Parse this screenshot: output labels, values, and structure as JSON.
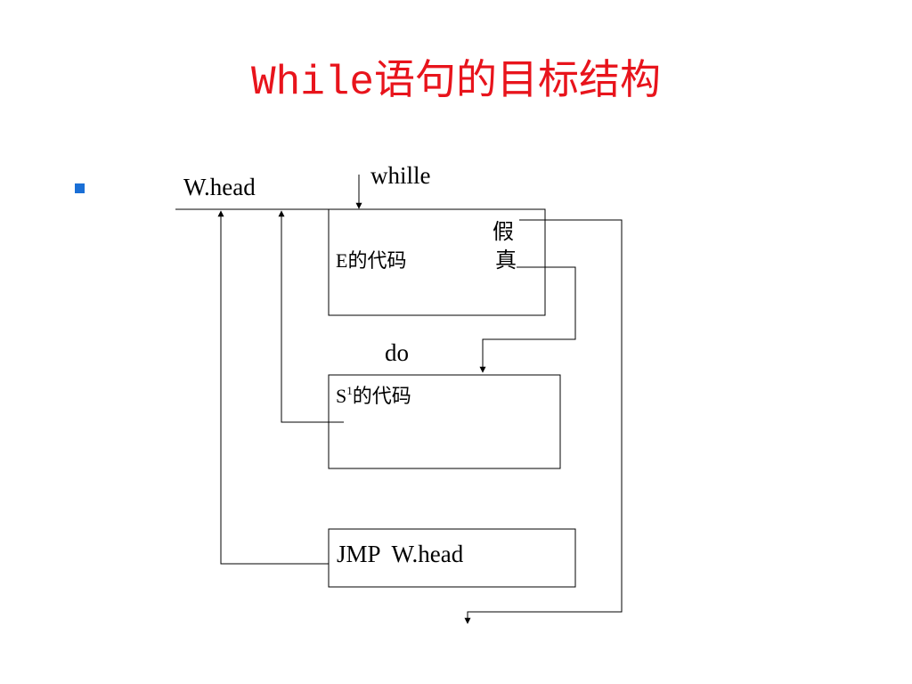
{
  "slide": {
    "title": "While语句的目标结构"
  },
  "diagram": {
    "head_label": "W.head",
    "while_label": "whille",
    "e_box_label": "E的代码",
    "false_label": "假",
    "true_label": "真",
    "do_label": "do",
    "s_box_label_prefix": "S",
    "s_box_superscript": "1",
    "s_box_label_suffix": "的代码",
    "jmp_box_label": "JMP  W.head"
  },
  "colors": {
    "title": "#e8141c",
    "bullet": "#1a6fd6",
    "lines": "#000000"
  }
}
